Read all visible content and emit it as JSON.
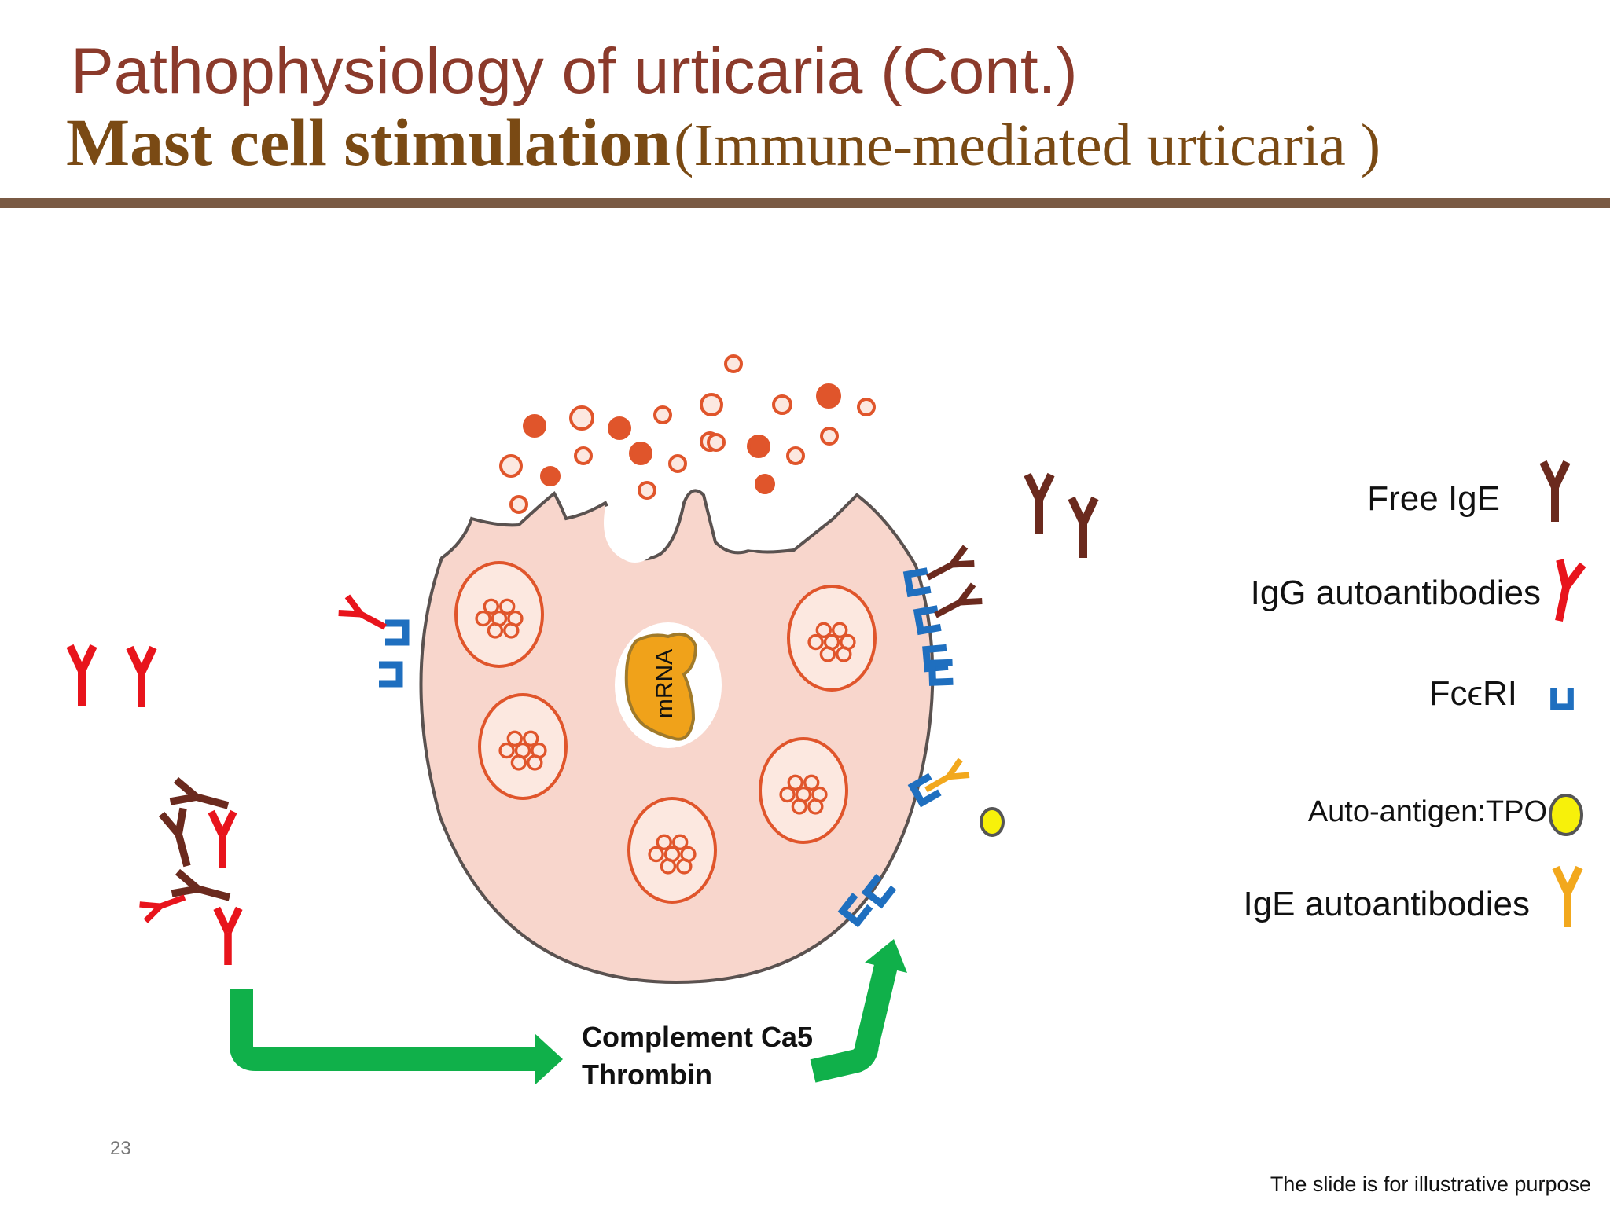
{
  "slide": {
    "title": "Pathophysiology of urticaria (Cont.)",
    "subtitle_bold": "Mast cell stimulation",
    "subtitle_normal": "(Immune-mediated urticaria )",
    "page_number": "23",
    "footer": "The slide is for illustrative purpose"
  },
  "diagram": {
    "nucleus_label": "mRNA",
    "flow_line1": "Complement Ca5",
    "flow_line2": "Thrombin"
  },
  "legend": {
    "free_ige": "Free IgE",
    "igg_auto": "IgG autoantibodies",
    "fceri": "FcϵRI",
    "auto_antigen": "Auto-antigen:TPO",
    "ige_auto": "IgE autoantibodies"
  },
  "colors": {
    "free_ige": "#6b2a1e",
    "igg": "#e8141c",
    "fceri": "#1f6fbf",
    "ige_auto": "#f2a81d",
    "tpo": "#f7f10a",
    "arrow": "#10b04a",
    "cell_fill": "#f8d6cc",
    "granule": "#e0552b"
  }
}
